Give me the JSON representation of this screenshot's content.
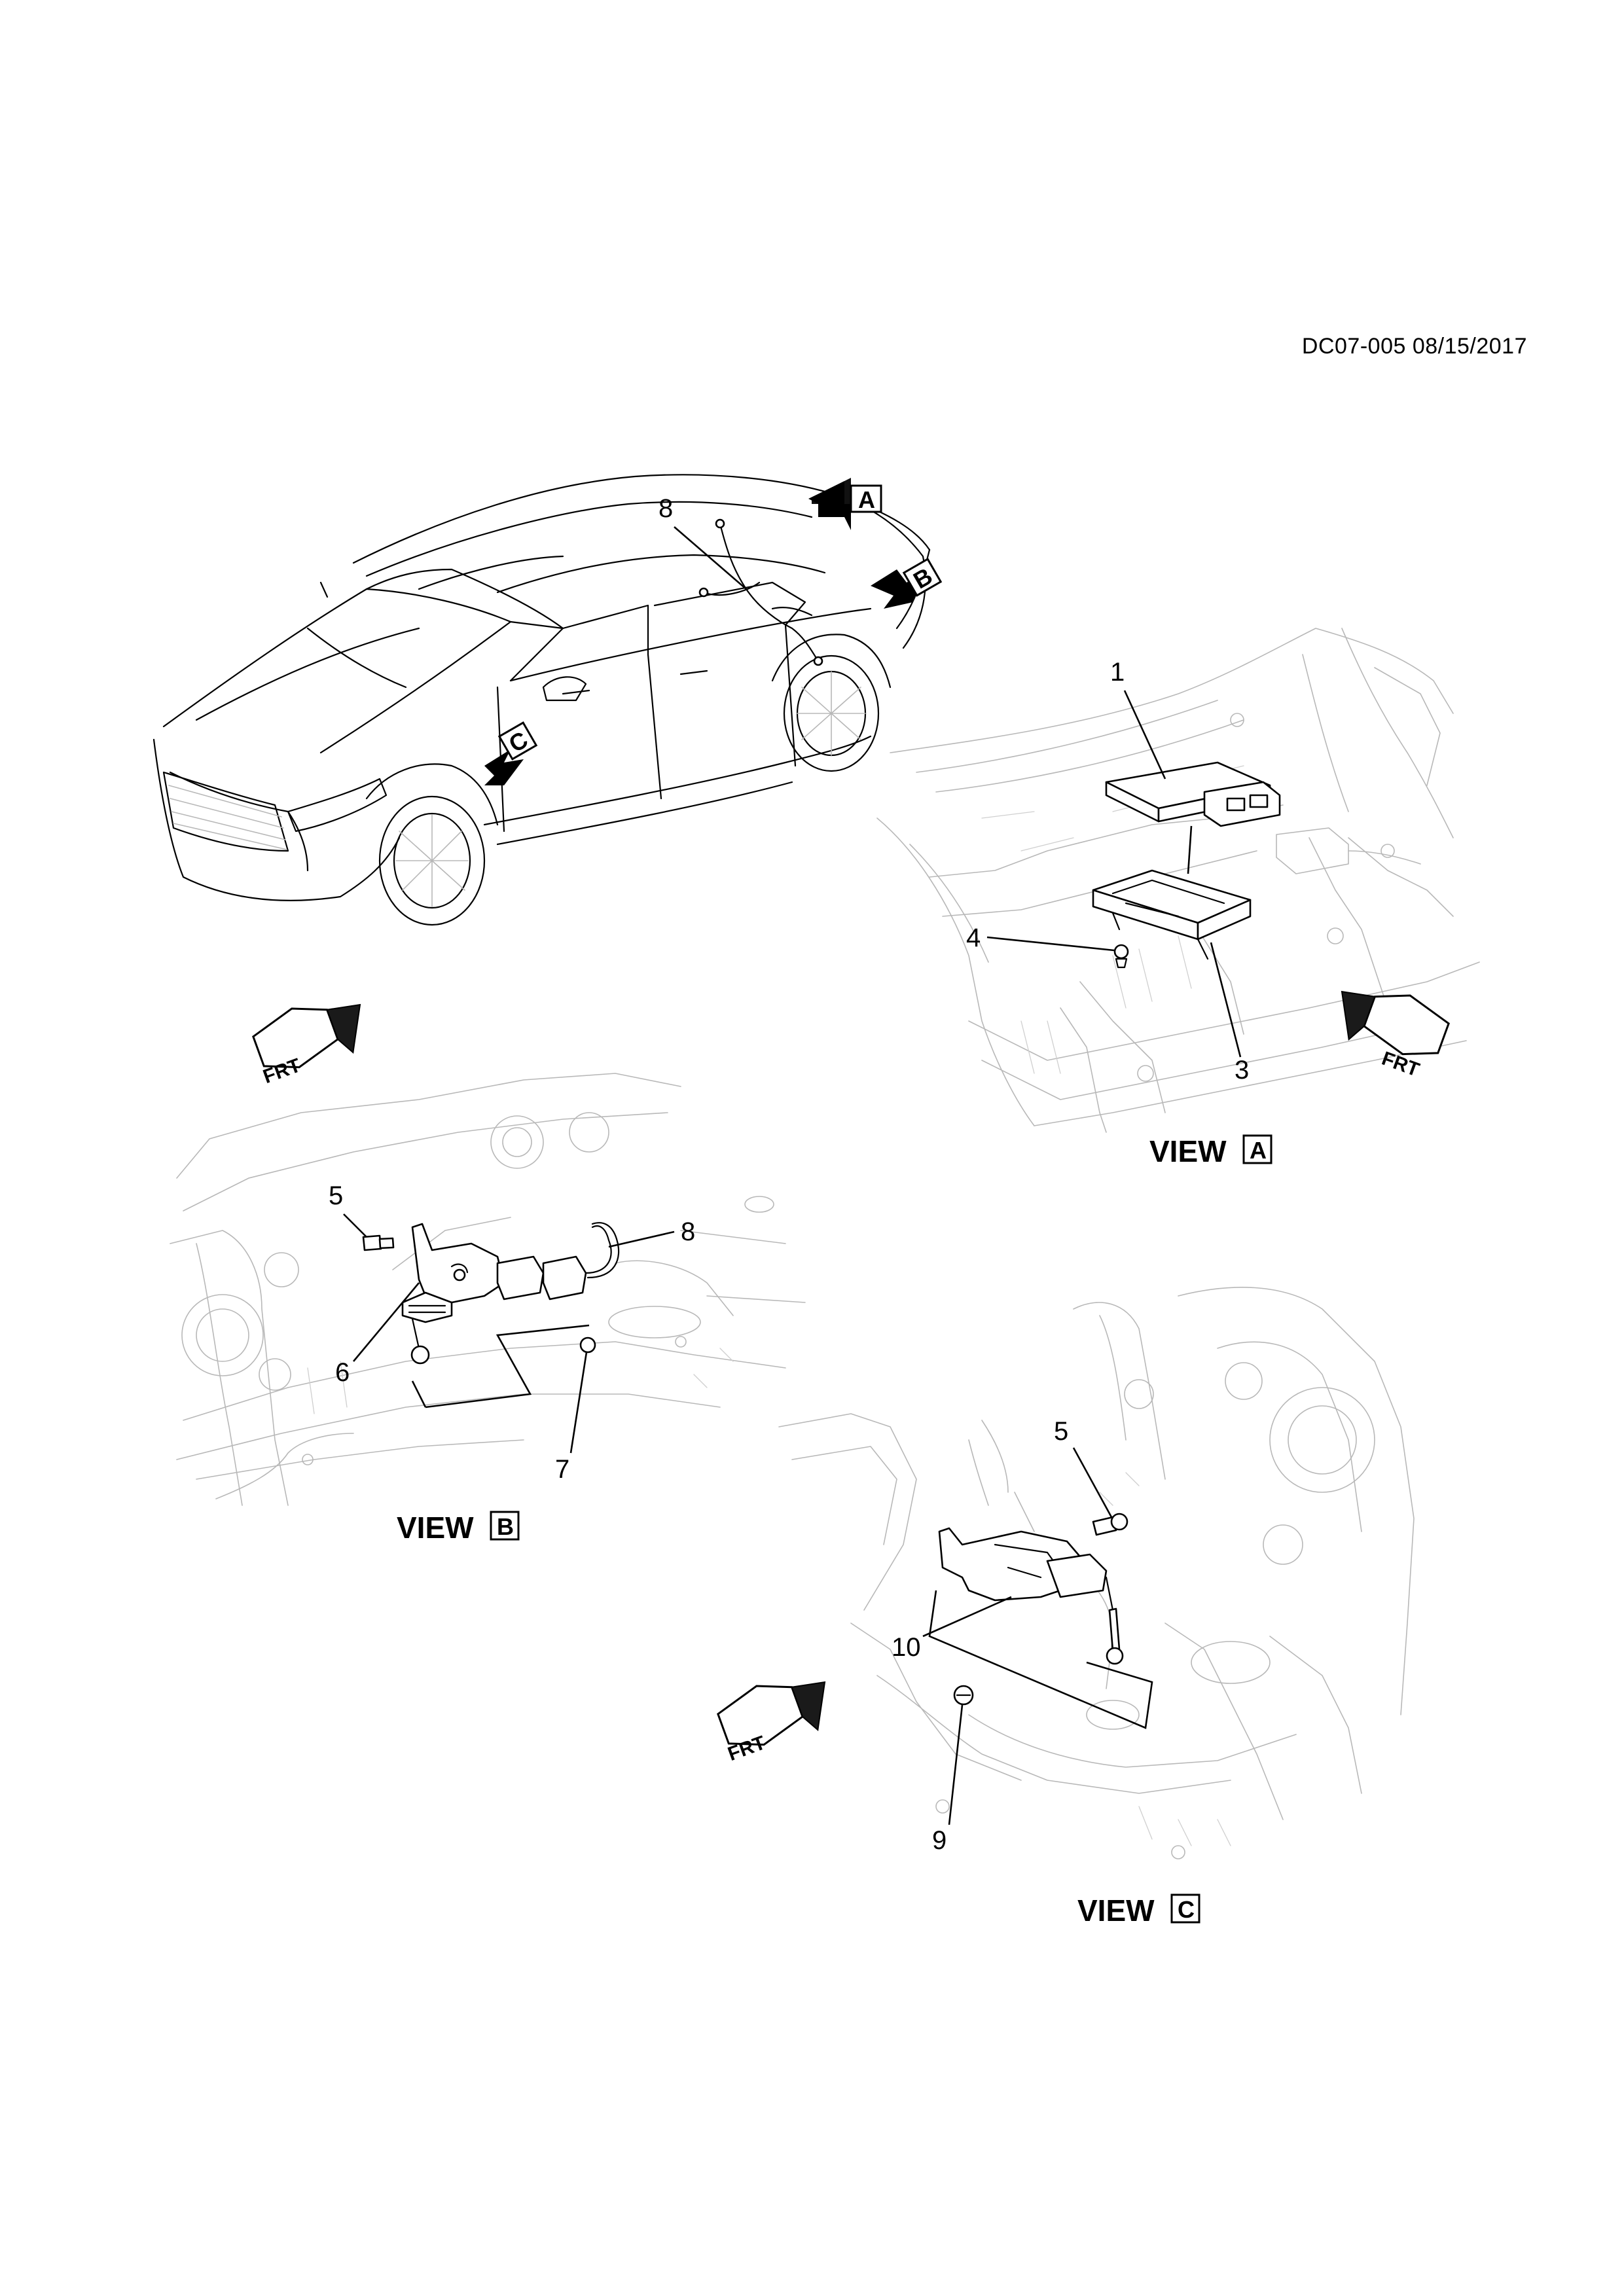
{
  "header": {
    "doc_id": "DC07-005 08/15/2017"
  },
  "overview": {
    "view_markers": [
      "A",
      "B",
      "C"
    ],
    "callouts": [
      "8"
    ]
  },
  "view_a": {
    "view_word": "VIEW",
    "letter": "A",
    "callouts": [
      "1",
      "4",
      "3"
    ],
    "frt_label": "FRT"
  },
  "view_b": {
    "view_word": "VIEW",
    "letter": "B",
    "callouts": [
      "5",
      "8",
      "6",
      "7"
    ],
    "frt_label": "FRT"
  },
  "view_c": {
    "view_word": "VIEW",
    "letter": "C",
    "callouts": [
      "5",
      "10",
      "9"
    ],
    "frt_label": "FRT"
  }
}
